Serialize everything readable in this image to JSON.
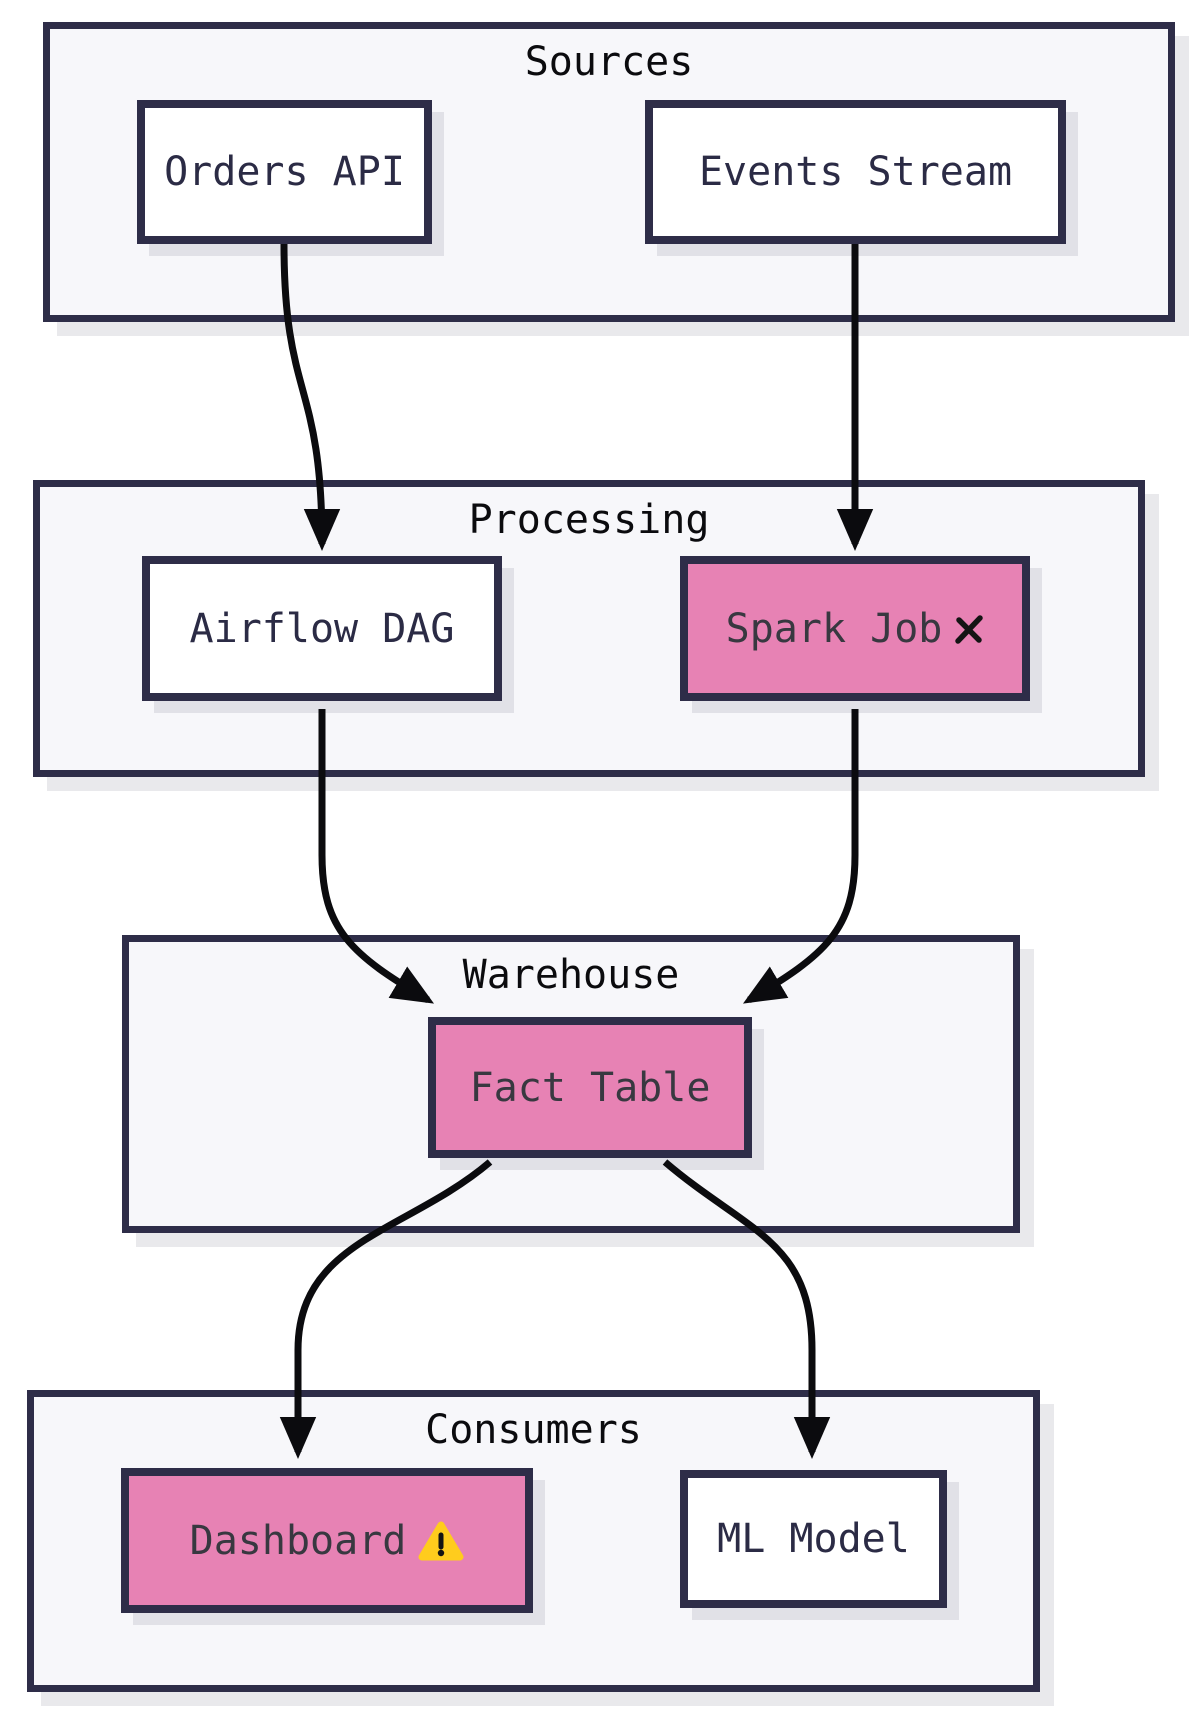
{
  "diagram": {
    "type": "flowchart",
    "direction": "top-to-bottom",
    "groups": [
      {
        "id": "sources",
        "label": "Sources",
        "nodes": [
          {
            "id": "orders_api",
            "label": "Orders API",
            "status": "normal",
            "icon": null
          },
          {
            "id": "events_stream",
            "label": "Events Stream",
            "status": "normal",
            "icon": null
          }
        ]
      },
      {
        "id": "processing",
        "label": "Processing",
        "nodes": [
          {
            "id": "airflow_dag",
            "label": "Airflow DAG",
            "status": "normal",
            "icon": null
          },
          {
            "id": "spark_job",
            "label": "Spark Job",
            "status": "failed",
            "icon": "ballot-x"
          }
        ]
      },
      {
        "id": "warehouse",
        "label": "Warehouse",
        "nodes": [
          {
            "id": "fact_table",
            "label": "Fact Table",
            "status": "affected",
            "icon": null
          }
        ]
      },
      {
        "id": "consumers",
        "label": "Consumers",
        "nodes": [
          {
            "id": "dashboard",
            "label": "Dashboard",
            "status": "warning",
            "icon": "warning"
          },
          {
            "id": "ml_model",
            "label": "ML Model",
            "status": "normal",
            "icon": null
          }
        ]
      }
    ],
    "edges": [
      {
        "from": "orders_api",
        "to": "airflow_dag"
      },
      {
        "from": "events_stream",
        "to": "spark_job"
      },
      {
        "from": "airflow_dag",
        "to": "fact_table"
      },
      {
        "from": "spark_job",
        "to": "fact_table"
      },
      {
        "from": "fact_table",
        "to": "dashboard"
      },
      {
        "from": "fact_table",
        "to": "ml_model"
      }
    ],
    "colors": {
      "container_border": "#2E2D48",
      "container_fill": "#F7F7FA",
      "node_border": "#2E2D48",
      "node_fill": "#FFFFFF",
      "highlight_fill": "#E782B4",
      "node_text": "#2B2B45",
      "highlight_text": "#383840",
      "title_text": "#0B0B0E",
      "arrow": "#0B0B0E",
      "warning_yellow": "#FFCC1D"
    }
  }
}
